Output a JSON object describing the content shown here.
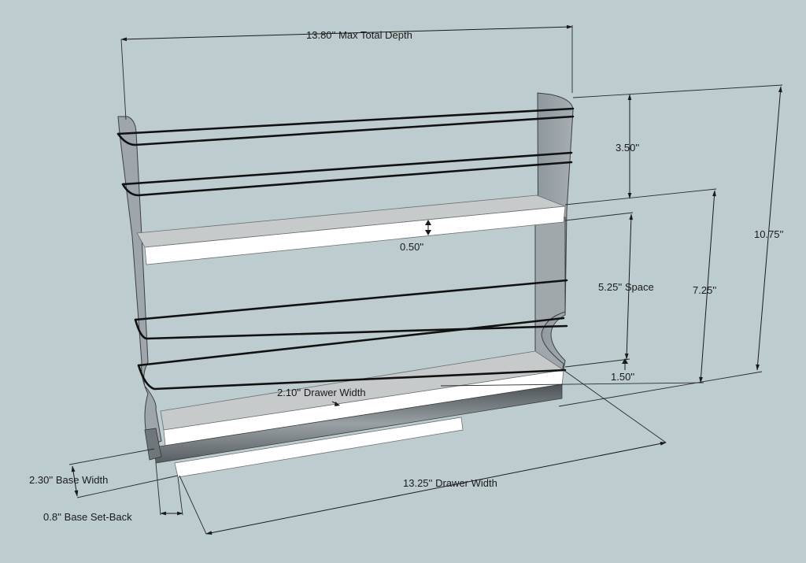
{
  "labels": {
    "max_total_depth": "13.80'' Max Total Depth",
    "h_350": "3.50''",
    "h_075_total": "10.75''",
    "h_050": "0.50''",
    "space_525": "5.25'' Space",
    "h_725": "7.25''",
    "h_150": "1.50''",
    "drawer_width_top": "2.10'' Drawer Width",
    "base_width": "2.30'' Base Width",
    "drawer_width_bottom": "13.25'' Drawer Width",
    "base_setback": "0.8'' Base Set-Back"
  },
  "colors": {
    "background": "#bdcdcf",
    "side_panel": "#9aa3a8",
    "shelf_top": "#c9cccd",
    "shelf_front": "#ffffff",
    "drawer_rail": "#7d8588",
    "rail_wire": "#111111"
  }
}
